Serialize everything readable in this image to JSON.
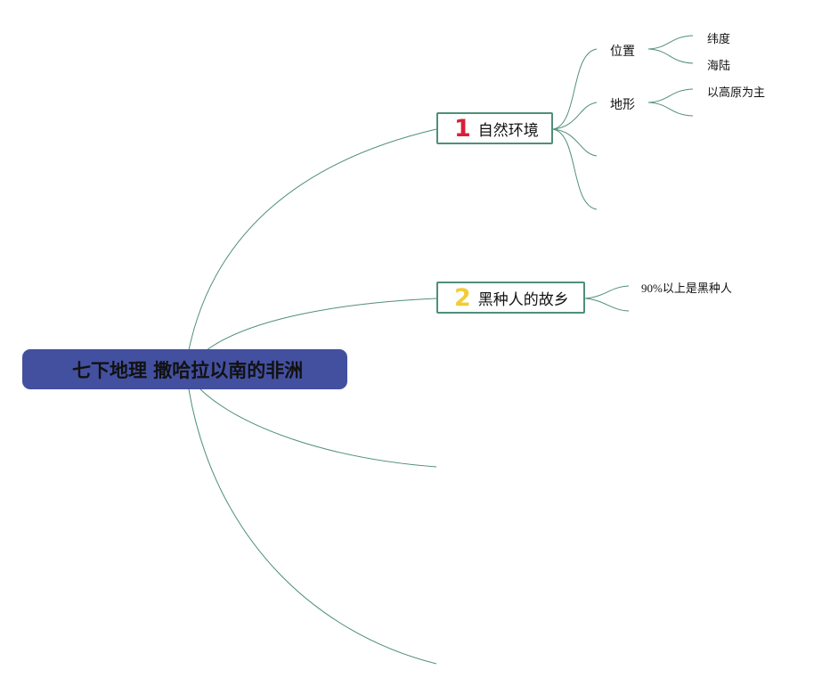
{
  "root": {
    "title": "七下地理 撒哈拉以南的非洲",
    "color": "#4350a0"
  },
  "branch_color": "#4f8f78",
  "topics": [
    {
      "number": "1",
      "number_color": "#d8203a",
      "label": "自然环境",
      "children": [
        {
          "label": "位置",
          "children": [
            "纬度",
            "海陆"
          ]
        },
        {
          "label": "地形",
          "children": [
            "以高原为主",
            ""
          ]
        },
        {
          "label": ""
        },
        {
          "label": ""
        }
      ]
    },
    {
      "number": "2",
      "number_color": "#f2cc3a",
      "label": "黑种人的故乡",
      "children": [
        {
          "label": "90%以上是黑种人"
        },
        {
          "label": ""
        }
      ]
    },
    {
      "label": ""
    },
    {
      "label": ""
    }
  ]
}
